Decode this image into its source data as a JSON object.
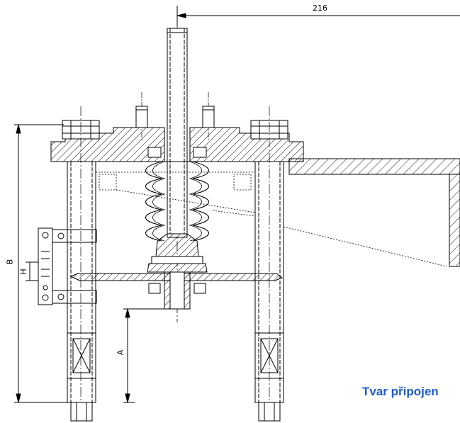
{
  "dimensions": {
    "width_value": "216",
    "a": "A",
    "b": "B",
    "h": "H"
  },
  "caption": "Tvar připojen",
  "colors": {
    "lines": "#000000",
    "caption": "#1d5cc8"
  },
  "icons": {
    "bolt_head": "hex-bolt",
    "spring": "bellows-spring"
  }
}
